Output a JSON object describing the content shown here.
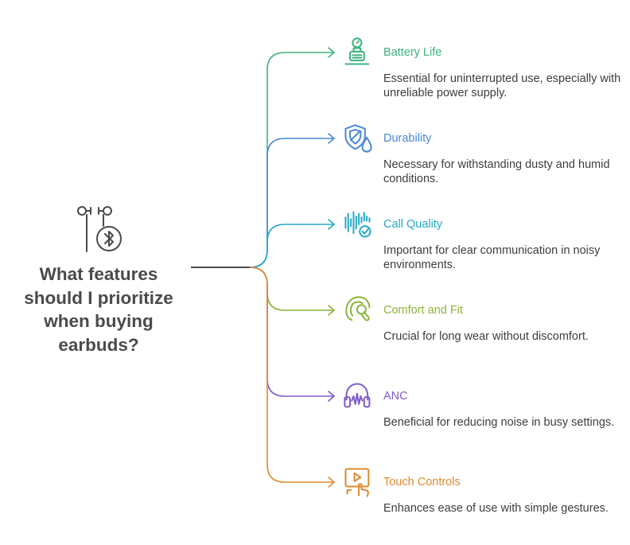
{
  "question": "What features should I prioritize when buying earbuds?",
  "root_icon": "earbuds-bluetooth-icon",
  "trunk_color": "#4a4a4a",
  "branches": [
    {
      "title": "Battery Life",
      "description": "Essential for uninterrupted use, especially with unreliable power supply.",
      "color": "#3db37e",
      "icon": "battery-gauge-icon"
    },
    {
      "title": "Durability",
      "description": "Necessary for withstanding dusty and humid conditions.",
      "color": "#4a88d8",
      "icon": "shield-droplet-icon"
    },
    {
      "title": "Call Quality",
      "description": "Important for clear communication in noisy environments.",
      "color": "#26a8c8",
      "icon": "soundwave-check-icon"
    },
    {
      "title": "Comfort and Fit",
      "description": "Crucial for long wear without discomfort.",
      "color": "#8ab43a",
      "icon": "ear-earbud-icon"
    },
    {
      "title": "ANC",
      "description": "Beneficial for reducing noise in busy settings.",
      "color": "#7e5cc8",
      "icon": "headphones-icon"
    },
    {
      "title": "Touch Controls",
      "description": "Enhances ease of use with simple gestures.",
      "color": "#dd8a30",
      "icon": "touch-screen-icon"
    }
  ]
}
